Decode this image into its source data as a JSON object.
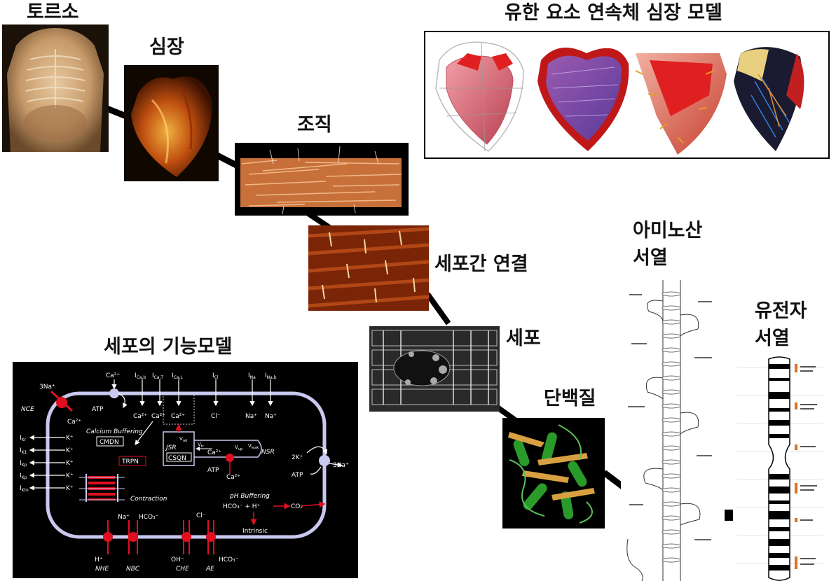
{
  "labels": {
    "torso": "토르소",
    "heart": "심장",
    "tissue": "조직",
    "gap_junction": "세포간 연결",
    "cell": "세포",
    "protein": "단백질",
    "amino_acid_line1": "아미노산",
    "amino_acid_line2": "서열",
    "gene_line1": "유전자",
    "gene_line2": "서열",
    "cell_model_title": "세포의 기능모델",
    "fem_title": "유한 요소 연속체 심장 모델"
  },
  "cell_model": {
    "nce": "NCE",
    "na3_top": "3Na⁺",
    "ca2_nce": "Ca²⁺",
    "ca2_top": "Ca²⁺",
    "atp_left": "ATP",
    "i_cab": "I",
    "i_cab_sub": "Ca,b",
    "i_cat": "I",
    "i_cat_sub": "Ca,T",
    "i_cal": "I",
    "i_cal_sub": "Ca,L",
    "i_cl": "I",
    "i_cl_sub": "Cl",
    "i_na": "I",
    "i_na_sub": "Na",
    "i_nab": "I",
    "i_nab_sub": "Na,b",
    "ca_in1": "Ca²⁺",
    "ca_in2": "Ca²⁺",
    "ca_in3": "Ca²⁺",
    "cl_in": "Cl⁻",
    "na_in1": "Na⁺",
    "na_in2": "Na⁺",
    "calcium_buffering": "Calcium Buffering",
    "cmdn": "CMDN",
    "trpn": "TRPN",
    "jsr": "JSR",
    "csqn": "CSQN",
    "nsr": "NSR",
    "v_rel": "V",
    "v_rel_sub": "rel",
    "v_tr": "V",
    "v_tr_sub": "tr",
    "v_up": "V",
    "v_up_sub": "up",
    "v_leak": "V",
    "v_leak_sub": "leak",
    "ca_nsr": "Ca²⁺",
    "ca_bottom": "Ca²⁺",
    "atp_pump": "ATP",
    "ik_labels": [
      "I",
      "I",
      "I",
      "I",
      "I"
    ],
    "ik_subs": [
      "Kr",
      "K1",
      "Kp",
      "Kp",
      "Kto"
    ],
    "k_labels": [
      "K⁺",
      "K⁺",
      "K⁺",
      "K⁺",
      "K⁺"
    ],
    "k2": "2K⁺",
    "na3_right": "3Na⁺",
    "atp_right": "ATP",
    "contraction": "Contraction",
    "ph_buffering": "pH Buffering",
    "hco3_h": "HCO₃⁻ + H⁺",
    "co2": "CO₂",
    "intrinsic": "Intrinsic",
    "na_nbc": "Na⁺",
    "hco3_nbc": "HCO₃⁻",
    "cl_che": "Cl⁻",
    "h_plus": "H⁺",
    "oh_minus": "OH⁻",
    "hco3_ae": "HCO₃⁻",
    "nhe": "NHE",
    "nbc": "NBC",
    "che": "CHE",
    "ae": "AE"
  },
  "colors": {
    "membrane": "#c8c8f0",
    "transporter": "#e01020",
    "panel_bg": "#000000"
  }
}
